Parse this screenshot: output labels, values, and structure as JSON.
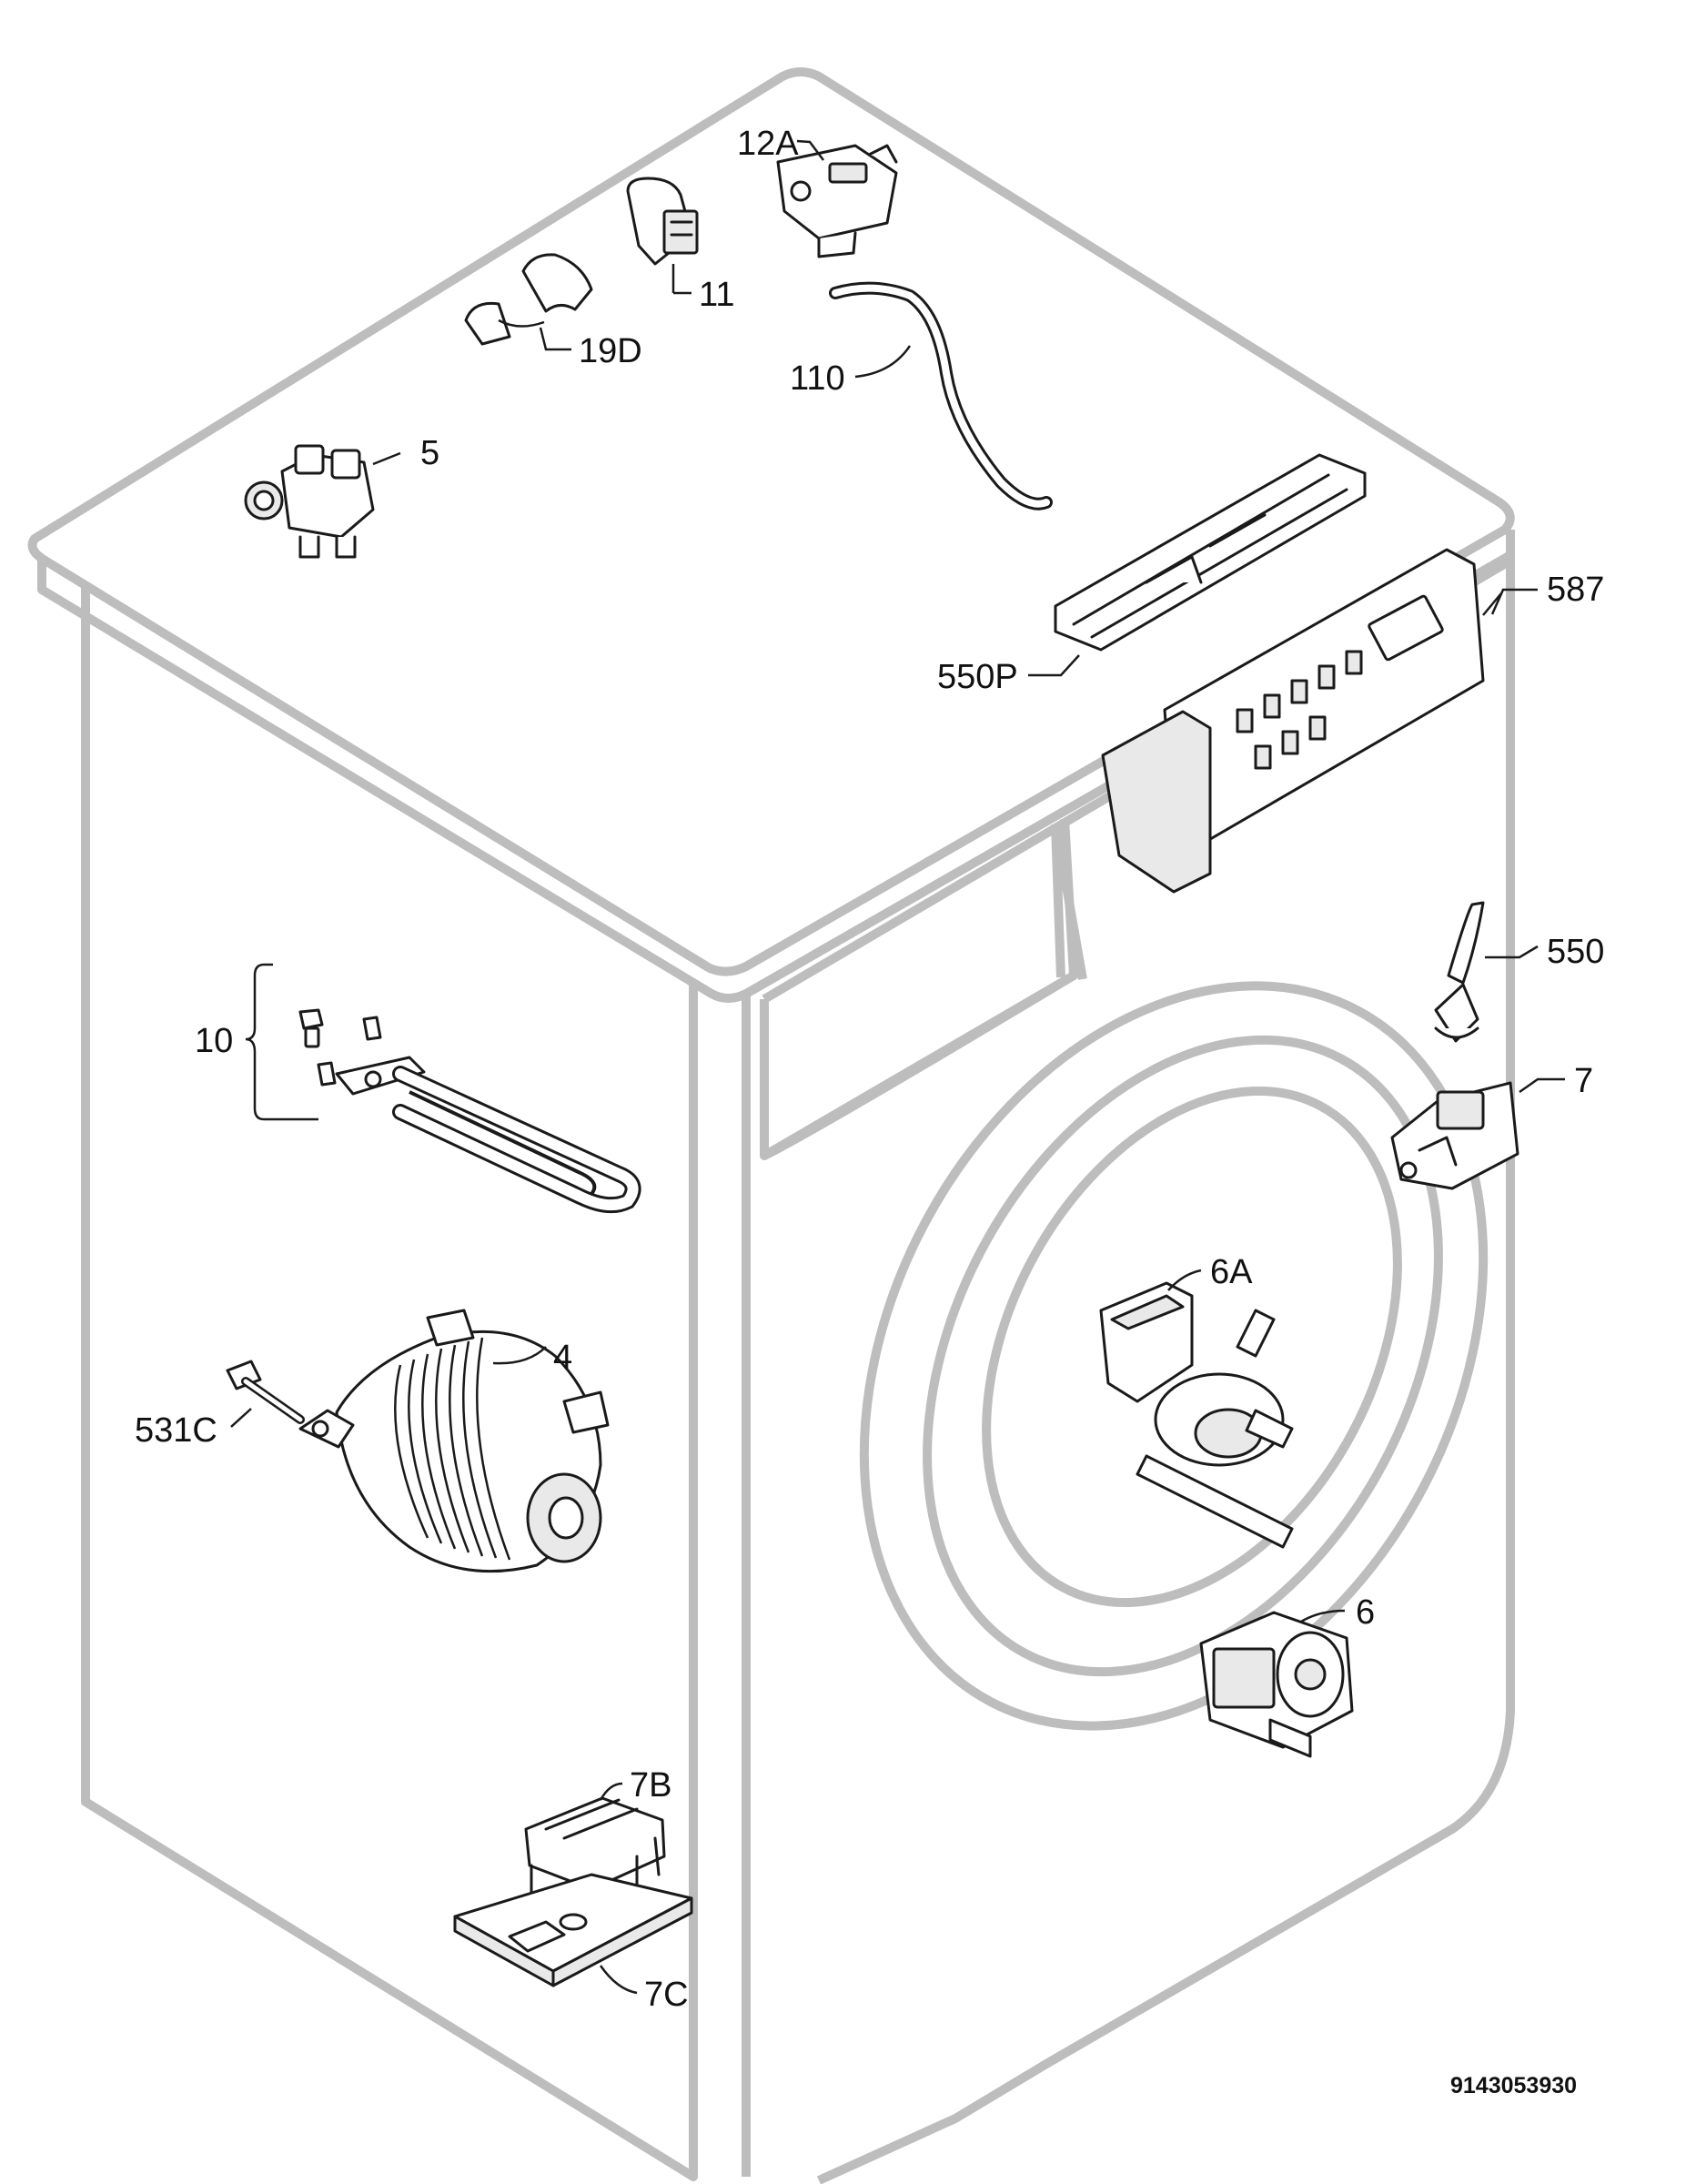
{
  "diagram": {
    "drawing_number": "9143053930",
    "parts": [
      {
        "id": "12A",
        "label": "12A"
      },
      {
        "id": "11",
        "label": "11"
      },
      {
        "id": "19D",
        "label": "19D"
      },
      {
        "id": "110",
        "label": "110"
      },
      {
        "id": "5",
        "label": "5"
      },
      {
        "id": "587",
        "label": "587"
      },
      {
        "id": "550P",
        "label": "550P"
      },
      {
        "id": "550",
        "label": "550"
      },
      {
        "id": "7",
        "label": "7"
      },
      {
        "id": "10",
        "label": "10"
      },
      {
        "id": "6A",
        "label": "6A"
      },
      {
        "id": "4",
        "label": "4"
      },
      {
        "id": "531C",
        "label": "531C"
      },
      {
        "id": "6",
        "label": "6"
      },
      {
        "id": "7B",
        "label": "7B"
      },
      {
        "id": "7C",
        "label": "7C"
      }
    ]
  }
}
